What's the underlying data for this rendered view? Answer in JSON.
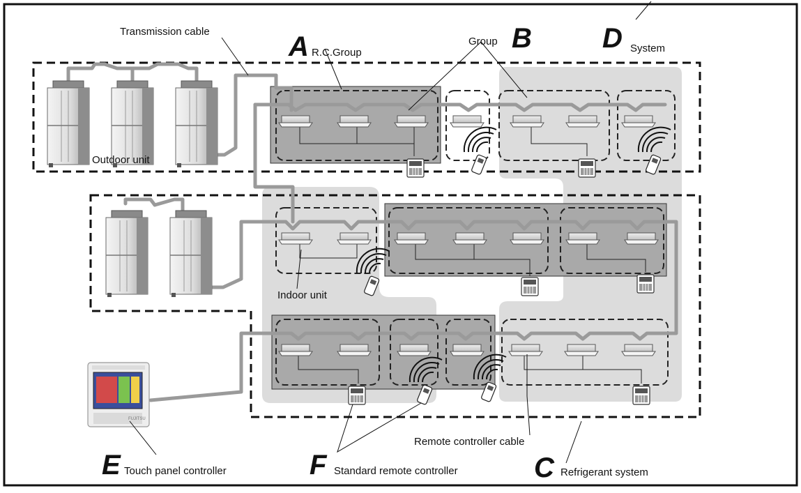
{
  "labels": {
    "transmission_cable": "Transmission cable",
    "rc_group_letter": "A",
    "rc_group": "R.C.Group",
    "group_letter": "B",
    "group": "Group",
    "system_letter": "D",
    "system": "System",
    "outdoor_unit": "Outdoor unit",
    "indoor_unit": "Indoor unit",
    "remote_controller_cable": "Remote controller cable",
    "touch_panel_letter": "E",
    "touch_panel": "Touch panel controller",
    "standard_remote_letter": "F",
    "standard_remote": "Standard remote controller",
    "refrigerant_letter": "C",
    "refrigerant_system": "Refrigerant system"
  },
  "colors": {
    "refrigerant_area": "#dcdcdc",
    "rc_group_area": "#a9a9a9",
    "pipe": "#9a9a9a",
    "outline": "#111111"
  }
}
